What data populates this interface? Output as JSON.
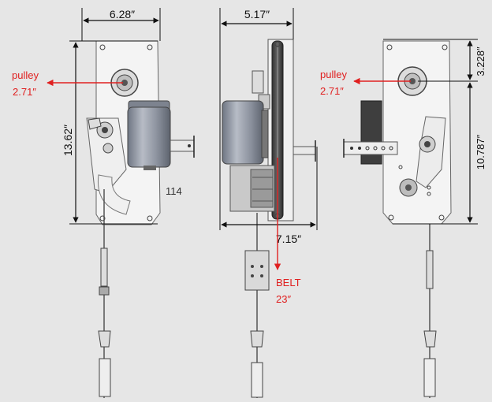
{
  "colors": {
    "background": "#e6e6e6",
    "dimension_lines": "#111111",
    "callouts": "#e02020",
    "housing": "#f4f4f4",
    "motor": "#8f96a3",
    "outline": "#555555"
  },
  "left_view": {
    "width_dimension": "6.28″",
    "height_dimension": "13.62″",
    "pulley_label": "pulley",
    "pulley_value": "2.71″",
    "part_number": "114"
  },
  "middle_view": {
    "depth_dimension": "5.17″",
    "overall_depth_dimension": "7.15″",
    "belt_label": "BELT",
    "belt_value": "23″"
  },
  "right_view": {
    "pulley_label": "pulley",
    "pulley_value": "2.71″",
    "upper_dimension": "3.228″",
    "lower_dimension": "10.787″"
  }
}
